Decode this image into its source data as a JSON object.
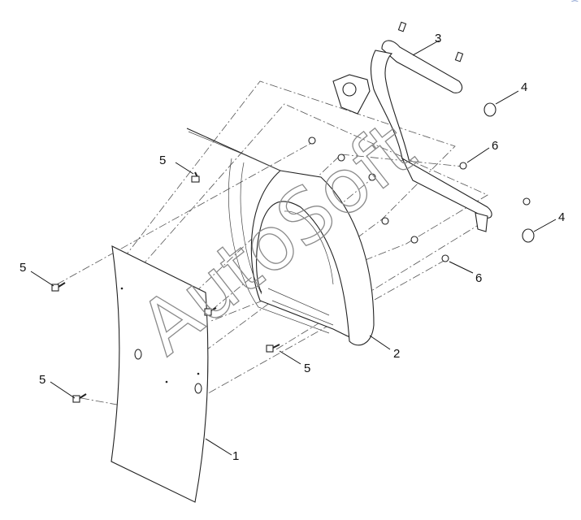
{
  "watermark": "AutoSoft",
  "corner_mark": "⁀",
  "callouts": {
    "c1": "1",
    "c2": "2",
    "c3": "3",
    "c4a": "4",
    "c4b": "4",
    "c5a": "5",
    "c5b": "5",
    "c5c": "5",
    "c5d": "5",
    "c6a": "6",
    "c6b": "6"
  }
}
